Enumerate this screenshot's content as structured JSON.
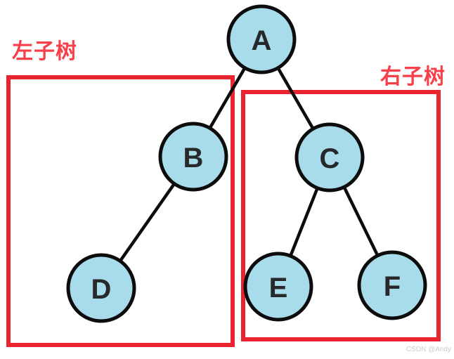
{
  "diagram": {
    "type": "binary-tree",
    "root": "A",
    "nodes": [
      {
        "label": "A",
        "children": [
          "B",
          "C"
        ]
      },
      {
        "label": "B",
        "children": [
          "D"
        ]
      },
      {
        "label": "C",
        "children": [
          "E",
          "F"
        ]
      },
      {
        "label": "D",
        "children": []
      },
      {
        "label": "E",
        "children": []
      },
      {
        "label": "F",
        "children": []
      }
    ],
    "edges": [
      "A-B",
      "A-C",
      "B-D",
      "C-E",
      "C-F"
    ],
    "annotations": {
      "left_subtree_label": "左子树",
      "right_subtree_label": "右子树"
    }
  },
  "watermark": "CSDN @Andy",
  "colors": {
    "background": "#ffffff",
    "node_fill": "#a9dcea",
    "node_stroke": "#0c0c0c",
    "edge_stroke": "#0c0c0c",
    "subtree_box_red": "#e9242f",
    "subtree_label_red": "#f8404b",
    "watermark_gray": "#cccccc"
  }
}
